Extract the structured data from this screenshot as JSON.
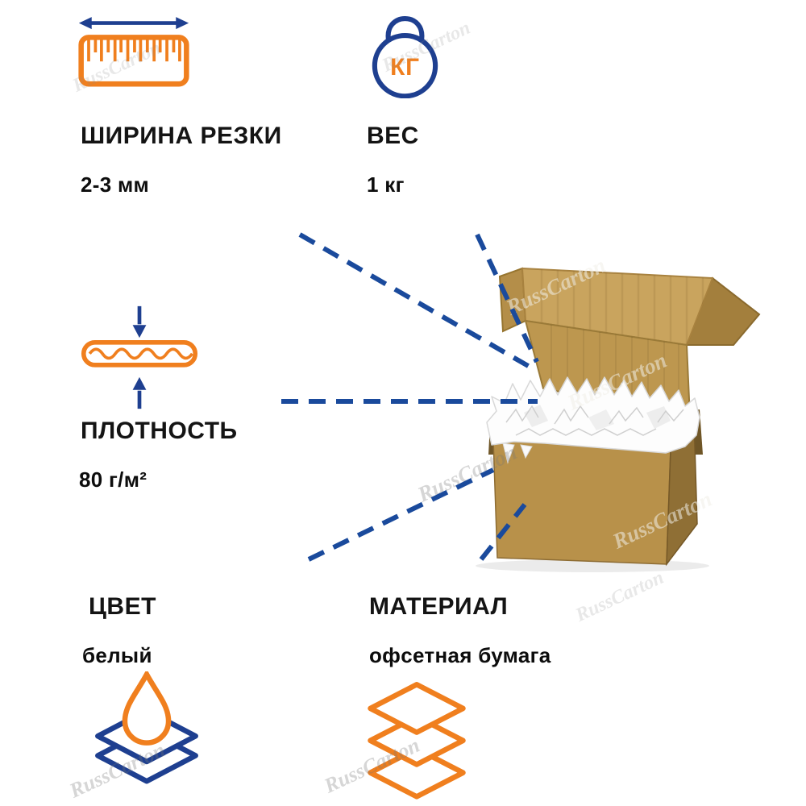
{
  "colors": {
    "orange": "#f07f1e",
    "blue": "#1e3f90",
    "callout_line": "#1a4a9c",
    "text": "#141414",
    "box_kraft": "#b8914a"
  },
  "specs": {
    "width": {
      "label": "ШИРИНА РЕЗКИ",
      "value": "2-3 мм",
      "icon": "ruler-icon"
    },
    "weight": {
      "label": "ВЕС",
      "value": "1 кг",
      "icon": "kettlebell-icon",
      "badge": "КГ"
    },
    "density": {
      "label": "ПЛОТНОСТЬ",
      "value": "80 г/м²",
      "icon": "compress-icon"
    },
    "color": {
      "label": "ЦВЕТ",
      "value": "белый",
      "icon": "droplet-layers-icon"
    },
    "material": {
      "label": "МАТЕРИАЛ",
      "value": "офсетная бумага",
      "icon": "layers-icon"
    }
  },
  "watermark": {
    "text": "RussCarton"
  }
}
